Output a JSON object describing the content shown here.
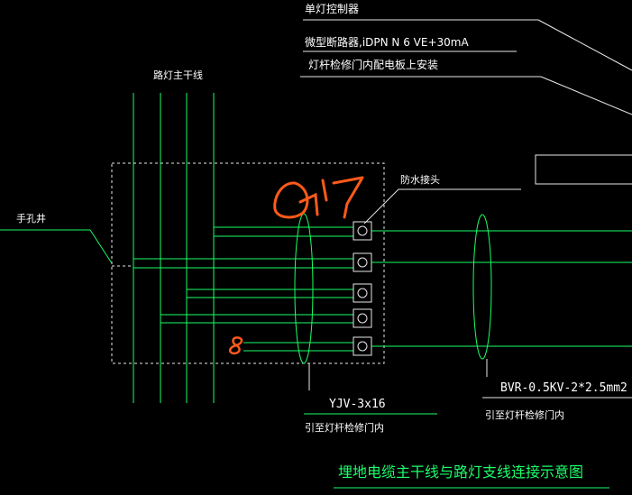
{
  "labels": {
    "single_lamp_controller": "单灯控制器",
    "micro_breaker": "微型断路器,iDPN N 6 VE+30mA",
    "install_note": "灯杆检修门内配电板上安装",
    "main_line": "路灯主干线",
    "waterproof_joint": "防水接头",
    "hand_hole": "手孔井",
    "cable_yjv": "YJV-3x16",
    "lead_left": "引至灯杆检修门内",
    "cable_bvr": "BVR-0.5KV-2*2.5mm2",
    "lead_right": "引至灯杆检修门内",
    "title": "埋地电缆主干线与路灯支线连接示意图"
  },
  "handwriting": {
    "top_mark": "Q17",
    "side_mark": "8",
    "color": "#ff5a1a"
  },
  "colors": {
    "background": "#000000",
    "line_green": "#19ff66",
    "line_white": "#e8e8e8",
    "text_white": "#ffffff",
    "title_green": "#1aff6a"
  },
  "terminal_count": 5
}
